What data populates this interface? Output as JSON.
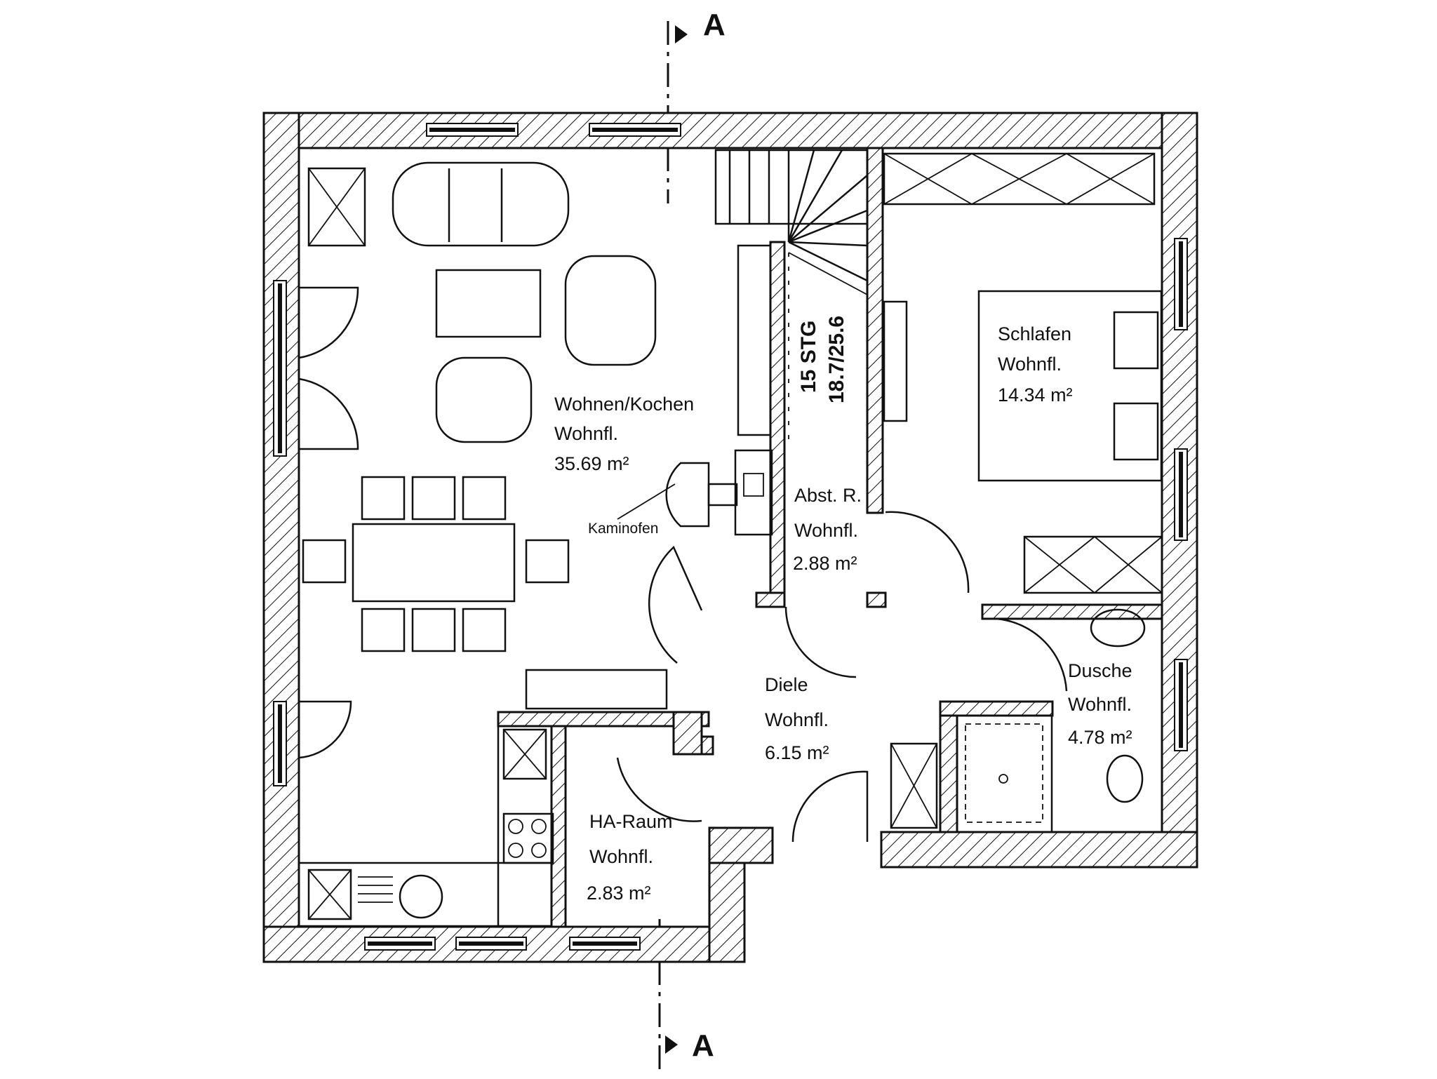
{
  "section_marker": {
    "label": "A"
  },
  "rooms": [
    {
      "id": "wohnen",
      "name": "Wohnen/Kochen",
      "area_label": "Wohnfl.",
      "area": "35.69 m²"
    },
    {
      "id": "schlafen",
      "name": "Schlafen",
      "area_label": "Wohnfl.",
      "area": "14.34 m²"
    },
    {
      "id": "abst",
      "name": "Abst. R.",
      "area_label": "Wohnfl.",
      "area": "2.88 m²"
    },
    {
      "id": "diele",
      "name": "Diele",
      "area_label": "Wohnfl.",
      "area": "6.15 m²"
    },
    {
      "id": "dusche",
      "name": "Dusche",
      "area_label": "Wohnfl.",
      "area": "4.78 m²"
    },
    {
      "id": "ha",
      "name": "HA-Raum",
      "area_label": "Wohnfl.",
      "area": "2.83 m²"
    }
  ],
  "annotations": {
    "stove": "Kaminofen"
  },
  "stair": {
    "steps": "15 STG",
    "rise_run": "18.7/25.6"
  },
  "icons": [
    "section-marker-icon",
    "door-swing-icon",
    "window-icon",
    "toilet-icon",
    "sink-icon",
    "cooktop-icon",
    "shower-tray-icon",
    "stove-icon"
  ]
}
